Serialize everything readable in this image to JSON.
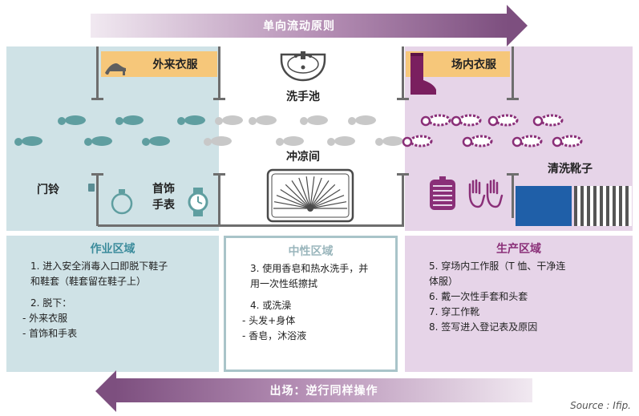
{
  "top_arrow": {
    "label": "单向流动原则"
  },
  "bottom_arrow": {
    "label": "出场：逆行同样操作"
  },
  "zones": {
    "left_banner": "外来衣服",
    "right_banner": "场内衣服",
    "sink": "洗手池",
    "shower": "冲凉间",
    "doorbell": "门铃",
    "jewelry_line1": "首饰",
    "jewelry_line2": "手表",
    "boot_wash": "清洗靴子"
  },
  "panels": {
    "left": {
      "title": "作业区域",
      "lines": [
        "1. 进入安全消毒入口即脱下鞋子",
        "和鞋套（鞋套留在鞋子上）",
        "2. 脱下：",
        "-  外来衣服",
        "-  首饰和手表"
      ]
    },
    "middle": {
      "title": "中性区域",
      "lines": [
        "3. 使用香皂和热水洗手，并",
        "用一次性纸擦拭",
        "4. 或洗澡",
        "-  头发+身体",
        "-  香皂，沐浴液"
      ]
    },
    "right": {
      "title": "生产区域",
      "lines": [
        "5. 穿场内工作服（T 恤、干净连",
        "体服）",
        "6. 戴一次性手套和头套",
        "7. 穿工作靴",
        "8. 签写进入登记表及原因"
      ]
    }
  },
  "source": "Source : Ifip.",
  "colors": {
    "teal_zone": "#cfe2e6",
    "purple_zone": "#e6d4e8",
    "banner": "#f6c77a",
    "teal_print": "#5f9ea0",
    "gray_print": "#c8c8c8",
    "purple_print": "#8a2f78",
    "boot": "#7a1f5f",
    "tray_blue": "#1f5fa8",
    "left_title": "#3c8c9c",
    "mid_title": "#9ab6bc",
    "right_title": "#8a2f78"
  },
  "icons": [
    "high-heel-icon",
    "boot-icon",
    "sink-icon",
    "shower-tray-icon",
    "doorbell-icon",
    "bracelet-icon",
    "watch-icon",
    "apron-icon",
    "gloves-icon",
    "footprint-icon"
  ]
}
